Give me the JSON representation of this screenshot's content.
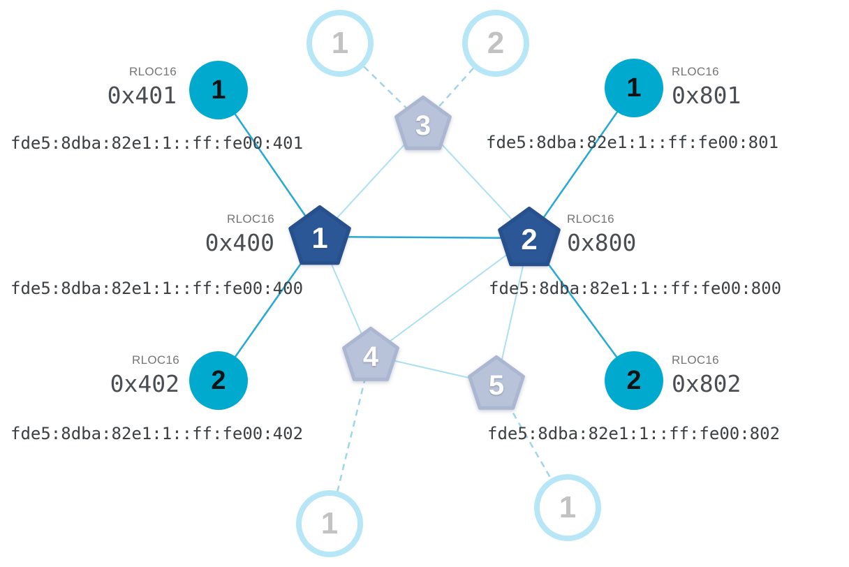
{
  "nodes": {
    "router1": {
      "number": "1",
      "rloc_label": "RLOC16",
      "rloc16": "0x400",
      "ipv6": "fde5:8dba:82e1:1::ff:fe00:400"
    },
    "router2": {
      "number": "2",
      "rloc_label": "RLOC16",
      "rloc16": "0x800",
      "ipv6": "fde5:8dba:82e1:1::ff:fe00:800"
    },
    "router3": {
      "number": "3"
    },
    "router4": {
      "number": "4"
    },
    "router5": {
      "number": "5"
    },
    "child401": {
      "number": "1",
      "rloc_label": "RLOC16",
      "rloc16": "0x401",
      "ipv6": "fde5:8dba:82e1:1::ff:fe00:401"
    },
    "child402": {
      "number": "2",
      "rloc_label": "RLOC16",
      "rloc16": "0x402",
      "ipv6": "fde5:8dba:82e1:1::ff:fe00:402"
    },
    "child801": {
      "number": "1",
      "rloc_label": "RLOC16",
      "rloc16": "0x801",
      "ipv6": "fde5:8dba:82e1:1::ff:fe00:801"
    },
    "child802": {
      "number": "2",
      "rloc_label": "RLOC16",
      "rloc16": "0x802",
      "ipv6": "fde5:8dba:82e1:1::ff:fe00:802"
    },
    "faded_top1": {
      "number": "1"
    },
    "faded_top2": {
      "number": "2"
    },
    "faded_bottom1": {
      "number": "1"
    },
    "faded_bottom2": {
      "number": "1"
    }
  },
  "edges": [
    {
      "from": "router3",
      "to": "router1",
      "type": "weak"
    },
    {
      "from": "router3",
      "to": "router2",
      "type": "weak"
    },
    {
      "from": "router1",
      "to": "router4",
      "type": "weak"
    },
    {
      "from": "router2",
      "to": "router4",
      "type": "weak"
    },
    {
      "from": "router2",
      "to": "router5",
      "type": "weak"
    },
    {
      "from": "router4",
      "to": "router5",
      "type": "weak"
    },
    {
      "from": "faded_top1",
      "to": "router3",
      "type": "faded"
    },
    {
      "from": "faded_top2",
      "to": "router3",
      "type": "faded"
    },
    {
      "from": "router4",
      "to": "faded_bottom1",
      "type": "faded"
    },
    {
      "from": "router5",
      "to": "faded_bottom2",
      "type": "faded"
    },
    {
      "from": "router1",
      "to": "child401",
      "type": "strong"
    },
    {
      "from": "router1",
      "to": "child402",
      "type": "strong"
    },
    {
      "from": "router1",
      "to": "router2",
      "type": "strong"
    },
    {
      "from": "router2",
      "to": "child801",
      "type": "strong"
    },
    {
      "from": "router2",
      "to": "child802",
      "type": "strong"
    }
  ],
  "colors": {
    "router_fill": "#2B5797",
    "router_stroke": "#27508C",
    "inactive_fill": "#B8C2D9",
    "inactive_stroke": "#ABB6D0",
    "child_fill": "#00A9CE",
    "faded_ring": "#B7E7F7",
    "link_strong": "#25A8D5",
    "link_weak": "#ABE0F2",
    "link_faded": "#9FD5EA"
  }
}
